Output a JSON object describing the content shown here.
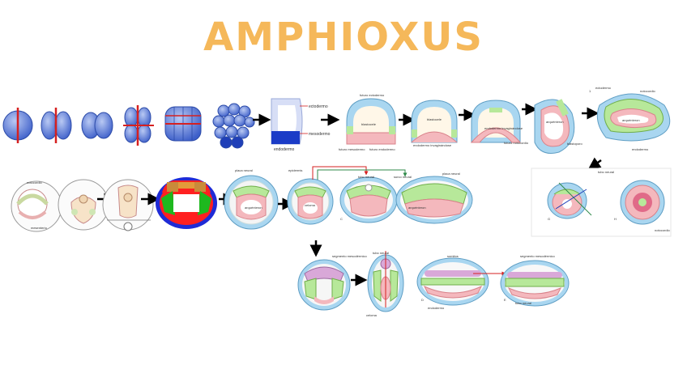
{
  "title": "AMPHIOXUS",
  "colors": {
    "title": "#f5b85a",
    "ectoderm_blue": "#4a6fd6",
    "mesoderm_green": "#7fd14a",
    "endoderm_red": "#e8747c",
    "ectoderm_light": "#a9d6f0",
    "arrow": "#000000",
    "cut_line": "#d62020"
  },
  "labels": {
    "ectodermo": "ectodermo",
    "mesodermo": "mesodermo",
    "endodermo": "endodermo",
    "futuro_ectodermo": "futuro ectodermo",
    "blastocele": "blastocele",
    "futuro_mesodermo": "futuro mesodermo",
    "futuro_endodermo": "futuro endodermo",
    "endodermo_invaginandose": "endodermo invaginándose",
    "futuro_notocordio": "futuro notocordio",
    "arquenteron": "arquénteron",
    "blastoporo": "blastoporo",
    "notocordio": "notocordio",
    "mesenterio": "mesenterio",
    "placa_neural": "placa neural",
    "epidermis": "epidermis",
    "tubo_neural": "tubo neural",
    "celoma": "celoma",
    "surco_neural": "surco neural",
    "somitos": "somitos",
    "segmento_mesodermico": "segmento mesodérmico",
    "letter_c": "C",
    "letter_d": "D",
    "letter_e": "E",
    "letter_g": "G",
    "letter_h": "H",
    "numeral_1": "1"
  }
}
